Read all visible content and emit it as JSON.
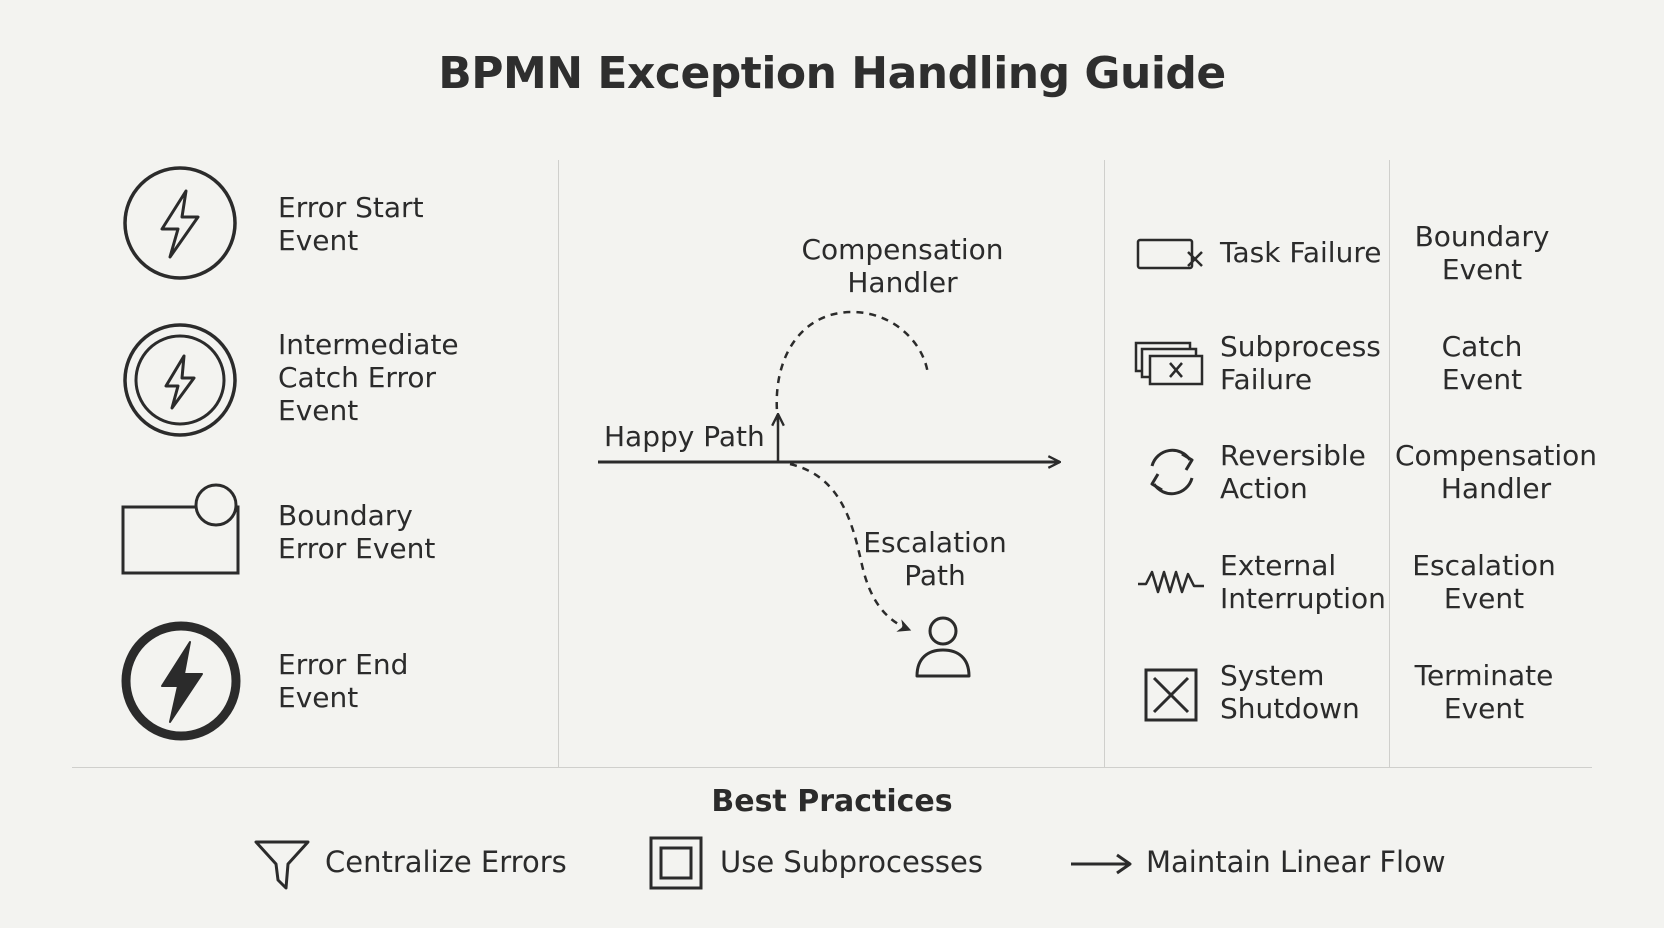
{
  "title": "BPMN Exception Handling Guide",
  "event_types": [
    {
      "icon": "error-start-event-icon",
      "label_lines": [
        "Error Start",
        "Event"
      ]
    },
    {
      "icon": "intermediate-catch-error-event-icon",
      "label_lines": [
        "Intermediate",
        "Catch Error",
        "Event"
      ]
    },
    {
      "icon": "boundary-error-event-icon",
      "label_lines": [
        "Boundary",
        "Error Event"
      ]
    },
    {
      "icon": "error-end-event-icon",
      "label_lines": [
        "Error End",
        "Event"
      ]
    }
  ],
  "flow_diagram": {
    "happy_path": "Happy Path",
    "compensation_lines": [
      "Compensation",
      "Handler"
    ],
    "escalation_lines": [
      "Escalation",
      "Path"
    ]
  },
  "exceptions": [
    {
      "icon": "task-failure-icon",
      "label_lines": [
        "Task Failure"
      ],
      "handler_lines": [
        "Boundary",
        "Event"
      ]
    },
    {
      "icon": "subprocess-failure-icon",
      "label_lines": [
        "Subprocess",
        "Failure"
      ],
      "handler_lines": [
        "Catch",
        "Event"
      ]
    },
    {
      "icon": "reversible-action-icon",
      "label_lines": [
        "Reversible",
        "Action"
      ],
      "handler_lines": [
        "Compensation",
        "Handler"
      ]
    },
    {
      "icon": "external-interruption-icon",
      "label_lines": [
        "External",
        "Interruption"
      ],
      "handler_lines": [
        "Escalation",
        "Event"
      ]
    },
    {
      "icon": "system-shutdown-icon",
      "label_lines": [
        "System",
        "Shutdown"
      ],
      "handler_lines": [
        "Terminate",
        "Event"
      ]
    }
  ],
  "best_practices": {
    "title": "Best Practices",
    "items": [
      {
        "icon": "funnel-icon",
        "label": "Centralize Errors"
      },
      {
        "icon": "subprocess-square-icon",
        "label": "Use Subprocesses"
      },
      {
        "icon": "arrow-right-icon",
        "label": "Maintain Linear Flow"
      }
    ]
  },
  "colors": {
    "ink": "#2b2b2b",
    "background": "#f3f3f0",
    "divider": "#cfcfcc"
  }
}
